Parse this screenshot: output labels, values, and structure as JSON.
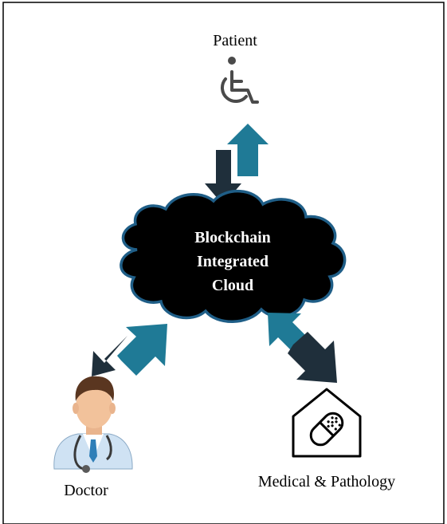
{
  "diagram": {
    "hub": {
      "lines": [
        "Blockchain",
        "Integrated",
        "Cloud"
      ]
    },
    "nodes": {
      "patient": {
        "label": "Patient",
        "icon": "wheelchair-icon"
      },
      "doctor": {
        "label": "Doctor",
        "icon": "doctor-icon"
      },
      "medical": {
        "label": "Medical & Pathology",
        "icon": "pill-house-icon"
      }
    },
    "colors": {
      "arrow_dark": "#1f2f3b",
      "arrow_teal": "#1f7a96",
      "cloud_fill": "#000000",
      "cloud_outline": "#1f5e87",
      "frame": "#000000"
    }
  }
}
